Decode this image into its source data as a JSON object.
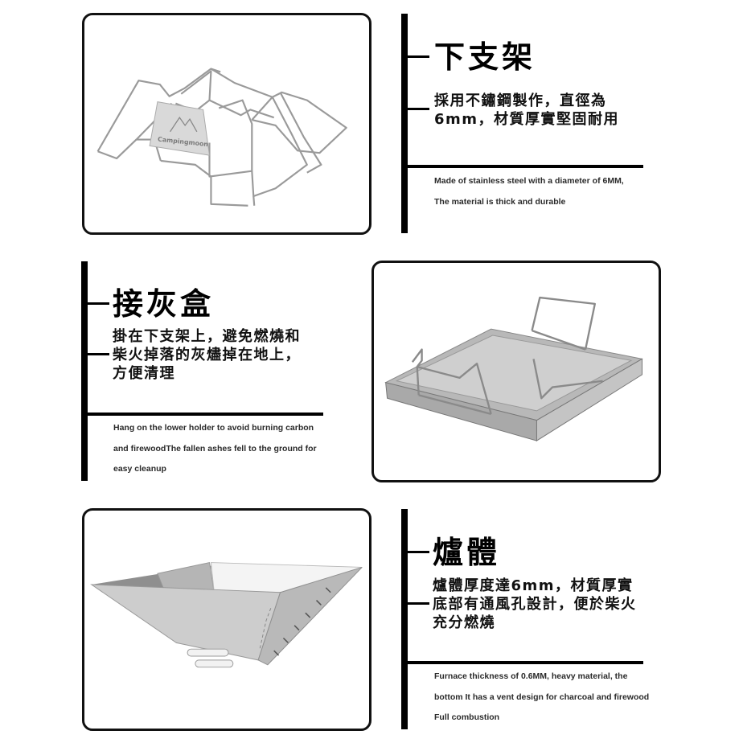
{
  "sections": [
    {
      "id": "lower-stand",
      "title": "下支架",
      "description_zh": [
        "採用不鏽鋼製作，直徑為",
        "6mm，材質厚實堅固耐用"
      ],
      "description_en": [
        "Made of stainless steel with a diameter of 6MM,",
        "The material is thick and durable"
      ],
      "image_label": "Stainless steel wire lower stand with Campingmoon logo plate",
      "logo_text": "Campingmoon"
    },
    {
      "id": "ash-tray",
      "title": "接灰盒",
      "description_zh": [
        "掛在下支架上，避免燃燒和",
        "柴火掉落的灰燼掉在地上，",
        "方便清理"
      ],
      "description_en": [
        "Hang on the lower holder to avoid burning carbon",
        "and firewoodThe fallen ashes fell to the ground for",
        "easy cleanup"
      ],
      "image_label": "Stainless steel ash tray with wire hanging hooks"
    },
    {
      "id": "furnace-body",
      "title": "爐體",
      "description_zh": [
        "爐體厚度達6mm，材質厚實",
        "底部有通風孔設計，便於柴火",
        "充分燃燒"
      ],
      "description_en": [
        "Furnace thickness of 0.6MM, heavy material, the",
        "bottom It has a vent design for charcoal and firewood",
        "Full combustion"
      ],
      "image_label": "Inverted pyramid stainless steel furnace body with vent holes"
    }
  ],
  "colors": {
    "line": "#000000",
    "frame": "#111111",
    "steel": "#c8c8c8"
  }
}
